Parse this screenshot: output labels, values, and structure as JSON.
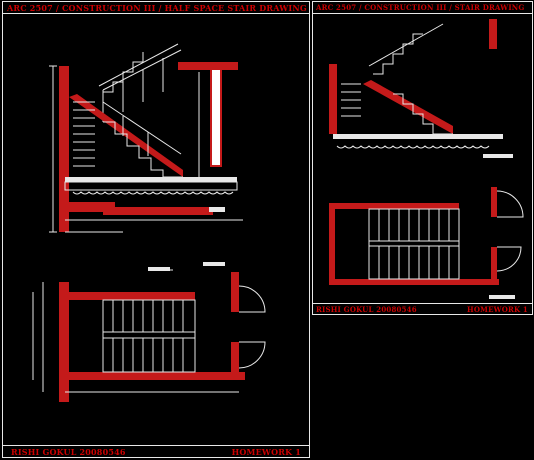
{
  "sheet_main": {
    "title": "ARC 2507   /   CONSTRUCTION III   /   HALF SPACE STAIR DRAWING",
    "footer_left": "RISHI GOKUL 20080546",
    "footer_right": "HOMEWORK   1"
  },
  "sheet_small": {
    "title": "ARC 2507   /   CONSTRUCTION III   /   STAIR DRAWING",
    "footer_left": "RISHI GOKUL 20080546",
    "footer_right": "HOMEWORK   1"
  },
  "colors": {
    "background": "#000000",
    "wall_hatch": "#c41a1a",
    "linework": "#e8e8e8",
    "text": "#cc0000"
  }
}
